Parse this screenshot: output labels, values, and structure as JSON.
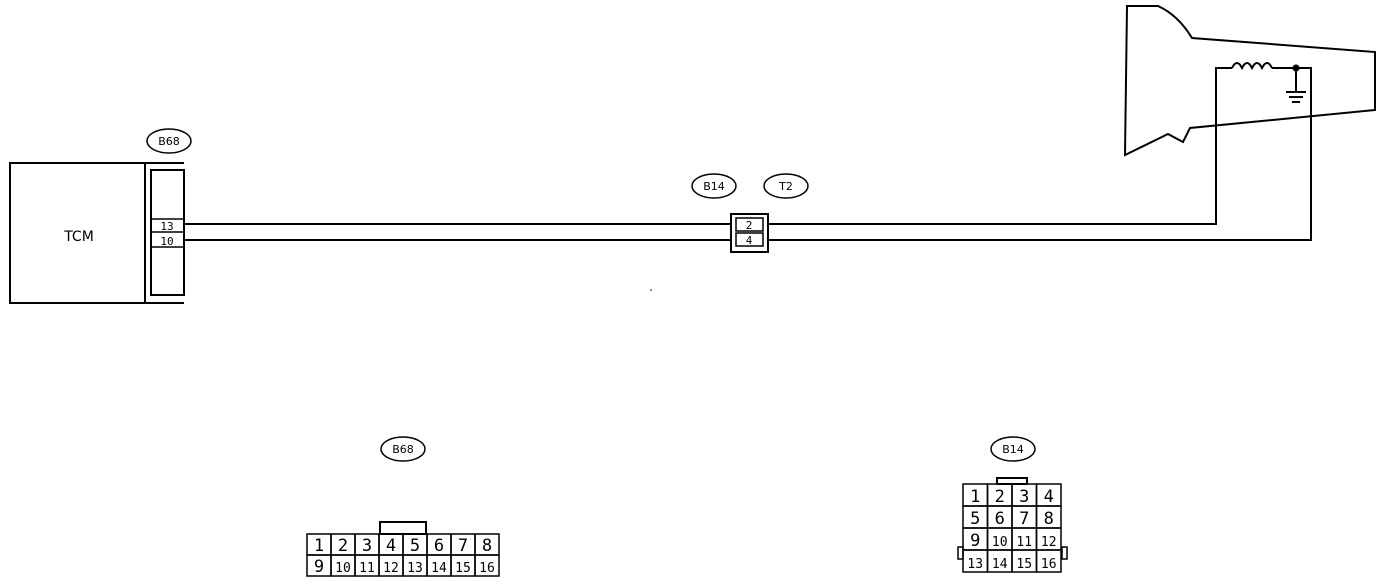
{
  "tcm": {
    "label": "TCM"
  },
  "connectors": {
    "b68_top": "B68",
    "b14_top": "B14",
    "t2_top": "T2",
    "b68_face": "B68",
    "b14_face": "B14"
  },
  "pins": {
    "tcm_wire_a": "13",
    "tcm_wire_b": "10",
    "inline_wire_a": "2",
    "inline_wire_b": "4"
  },
  "b68_face_pins": {
    "row1": [
      "1",
      "2",
      "3",
      "4",
      "5",
      "6",
      "7",
      "8"
    ],
    "row2": [
      "9",
      "10",
      "11",
      "12",
      "13",
      "14",
      "15",
      "16"
    ]
  },
  "b14_face_pins": {
    "row1": [
      "1",
      "2",
      "3",
      "4"
    ],
    "row2": [
      "5",
      "6",
      "7",
      "8"
    ],
    "row3": [
      "9",
      "10",
      "11",
      "12"
    ],
    "row4": [
      "13",
      "14",
      "15",
      "16"
    ]
  }
}
